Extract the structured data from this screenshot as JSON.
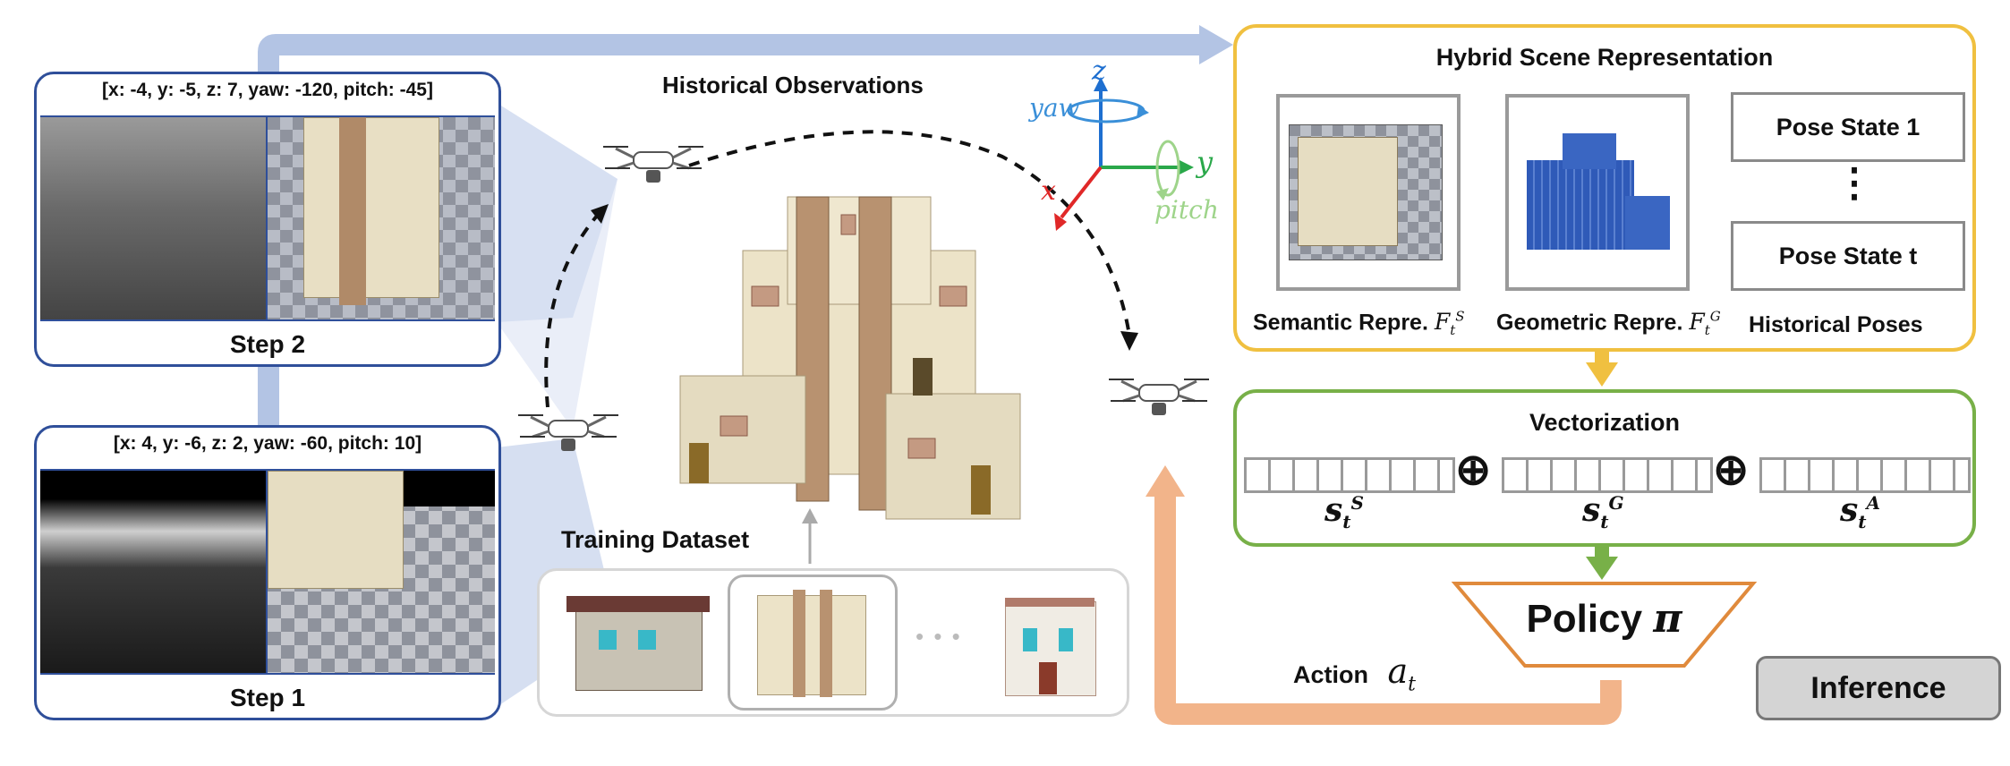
{
  "historical_observations": {
    "title": "Historical Observations"
  },
  "step2": {
    "coords": "[x: -4, y: -5, z: 7, yaw: -120, pitch: -45]",
    "label": "Step 2"
  },
  "step1": {
    "coords": "[x: 4, y: -6, z: 2, yaw: -60, pitch: 10]",
    "label": "Step 1"
  },
  "axes": {
    "z": "z",
    "y": "y",
    "x": "x",
    "yaw": "yaw",
    "pitch": "pitch"
  },
  "training": {
    "title": "Training Dataset",
    "ellipsis": "• • •"
  },
  "hybrid": {
    "title": "Hybrid Scene Representation",
    "semantic_caption": "Semantic Repre.",
    "geometric_caption": "Geometric Repre.",
    "poses_caption": "Historical Poses",
    "pose_state_1": "Pose State 1",
    "pose_dots": "⋮",
    "pose_state_t": "Pose State t"
  },
  "vectorization": {
    "title": "Vectorization",
    "oplus": "⊕"
  },
  "policy": {
    "label": "Policy",
    "symbol": "π"
  },
  "action": {
    "label": "Action",
    "symbol": "a"
  },
  "inference": {
    "label": "Inference"
  },
  "colors": {
    "step_border": "#2f4f9a",
    "hybrid_border": "#f0c040",
    "vector_border": "#78b048",
    "policy_border": "#e08a3c",
    "action_arrow": "#f2b48a",
    "top_arrow": "#b3c4e4",
    "inference_fill": "#d4d4d4"
  }
}
